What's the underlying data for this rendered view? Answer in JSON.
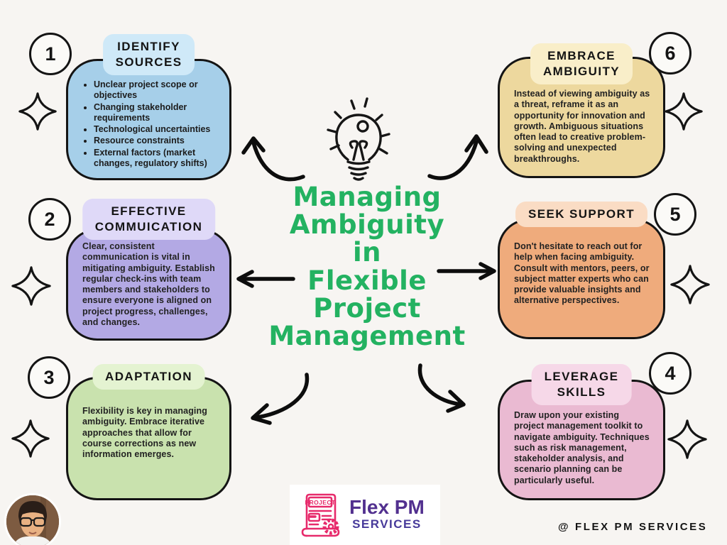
{
  "page": {
    "background_color": "#f7f5f2",
    "credit": "@ FLEX PM SERVICES"
  },
  "center": {
    "icon": "lightbulb-doodle-icon",
    "title_lines": [
      "Managing",
      "Ambiguity",
      "in",
      "Flexible",
      "Project",
      "Management"
    ],
    "title_color": "#23b261"
  },
  "boxes": [
    {
      "number": "1",
      "position": "top-left",
      "title_lines": [
        "IDENTIFY",
        "SOURCES"
      ],
      "box_color": "#a6cfe9",
      "header_color": "#cfe9f8",
      "bullets": [
        "Unclear project scope or objectives",
        "Changing stakeholder requirements",
        "Technological uncertainties",
        "Resource constraints",
        "External factors (market changes, regulatory shifts)"
      ]
    },
    {
      "number": "2",
      "position": "middle-left",
      "title_lines": [
        "EFFECTIVE",
        "COMMUICATION"
      ],
      "box_color": "#b3a9e4",
      "header_color": "#dfd9f8",
      "body": "Clear, consistent communication is vital in mitigating ambiguity. Establish regular check-ins with team members and stakeholders to ensure everyone is aligned on project progress, challenges, and changes."
    },
    {
      "number": "3",
      "position": "bottom-left",
      "title_lines": [
        "ADAPTATION"
      ],
      "box_color": "#c9e2ae",
      "header_color": "#e4f3d1",
      "body": "Flexibility is key in managing ambiguity. Embrace iterative approaches that allow for course corrections as new information emerges."
    },
    {
      "number": "4",
      "position": "bottom-right",
      "title_lines": [
        "LEVERAGE",
        "SKILLS"
      ],
      "box_color": "#eabad2",
      "header_color": "#f6d8e8",
      "body": "Draw upon your existing project management toolkit to navigate ambiguity. Techniques such as risk management, stakeholder analysis, and scenario planning can be particularly useful."
    },
    {
      "number": "5",
      "position": "middle-right",
      "title_lines": [
        "SEEK SUPPORT"
      ],
      "box_color": "#efab7c",
      "header_color": "#fadcc4",
      "body": "Don't hesitate to reach out for help when facing ambiguity. Consult with mentors, peers, or subject matter experts who can provide valuable insights and alternative perspectives."
    },
    {
      "number": "6",
      "position": "top-right",
      "title_lines": [
        "EMBRACE",
        "AMBIGUITY"
      ],
      "box_color": "#edd89e",
      "header_color": "#f9eec9",
      "body": "Instead of viewing ambiguity as a threat, reframe it as an opportunity for innovation and growth. Ambiguous situations often lead to creative problem-solving and unexpected breakthroughs."
    }
  ],
  "logo": {
    "icon_label": "PROJECT",
    "name": "Flex PM",
    "subname": "SERVICES",
    "pink": "#e72a6b",
    "purple_primary": "#52308f",
    "purple_secondary": "#473a9a"
  }
}
